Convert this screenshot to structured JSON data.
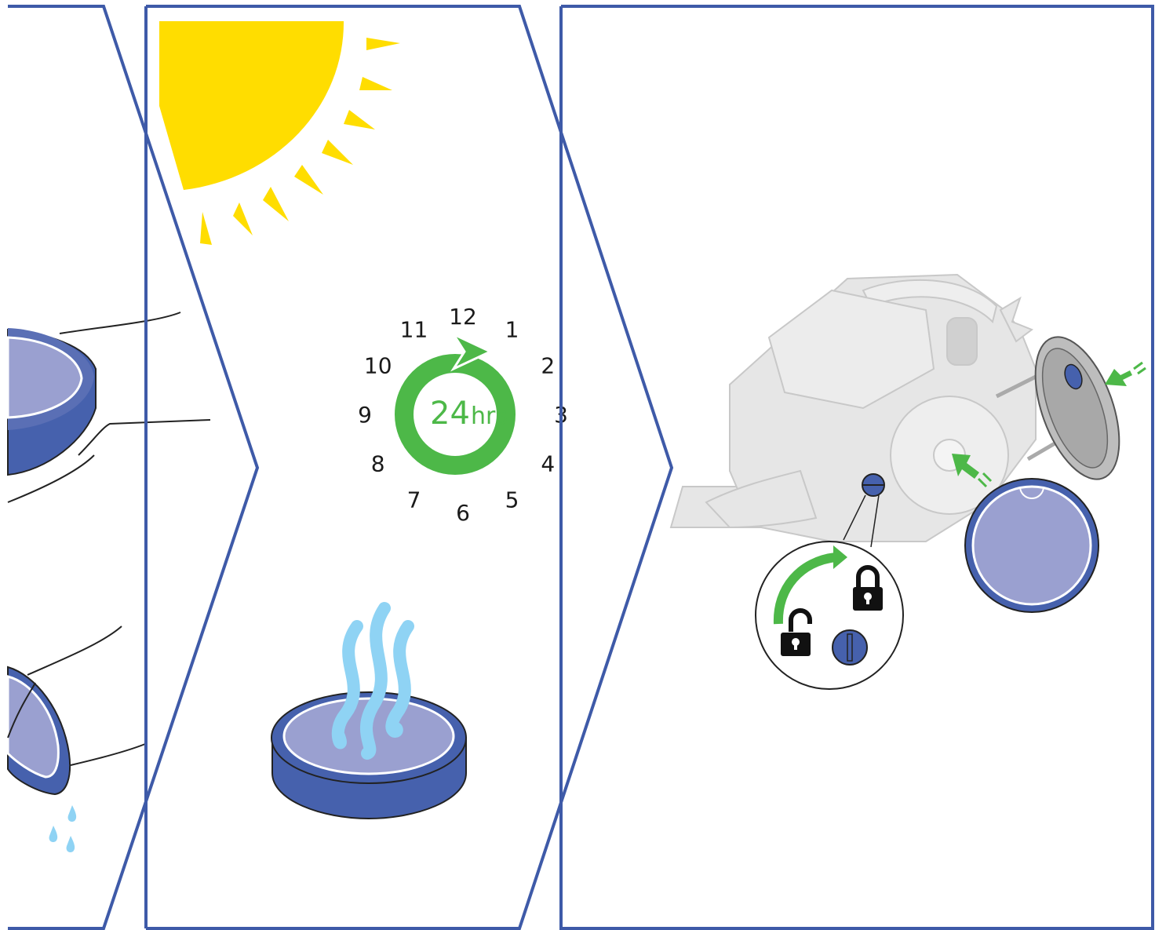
{
  "clock": {
    "numbers": [
      "12",
      "1",
      "2",
      "3",
      "4",
      "5",
      "6",
      "7",
      "8",
      "9",
      "10",
      "11"
    ],
    "duration_value": "24",
    "duration_unit": "hrs"
  },
  "colors": {
    "panel_border": "#3e5aa8",
    "filter_blue": "#4661ad",
    "filter_light": "#9aa0d0",
    "sun_yellow": "#ffdd00",
    "arrow_green": "#4db848",
    "steam_blue": "#8fd3f4",
    "vacuum_gray": "#e6e6e6"
  },
  "icons": [
    "sun-icon",
    "clock-cycle-icon",
    "steam-icon",
    "unlock-icon",
    "lock-icon",
    "arrow-icon"
  ]
}
